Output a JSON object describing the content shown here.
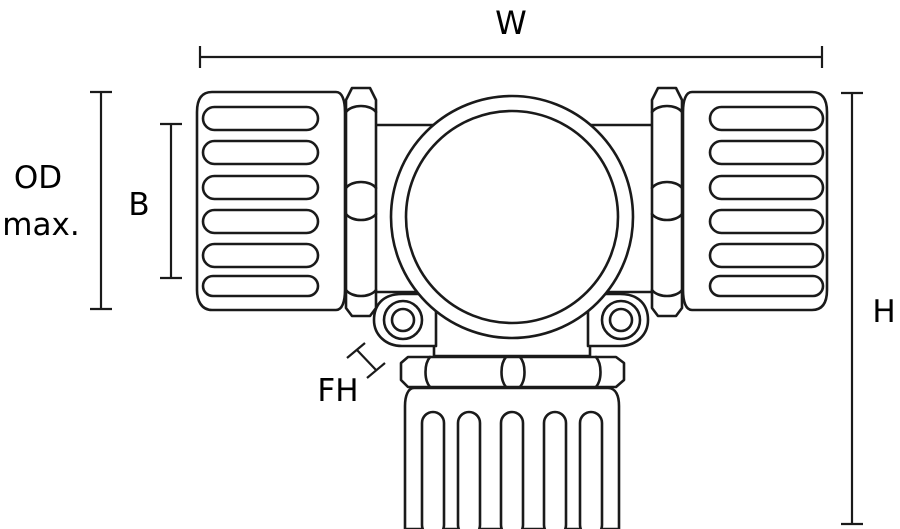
{
  "labels": {
    "width": "W",
    "outer_diameter_line1": "OD",
    "outer_diameter_line2": "max.",
    "bore": "B",
    "height": "H",
    "fixing_hole": "FH"
  },
  "colors": {
    "stroke": "#1a1a1a",
    "fill": "#ffffff",
    "text": "#000000"
  }
}
